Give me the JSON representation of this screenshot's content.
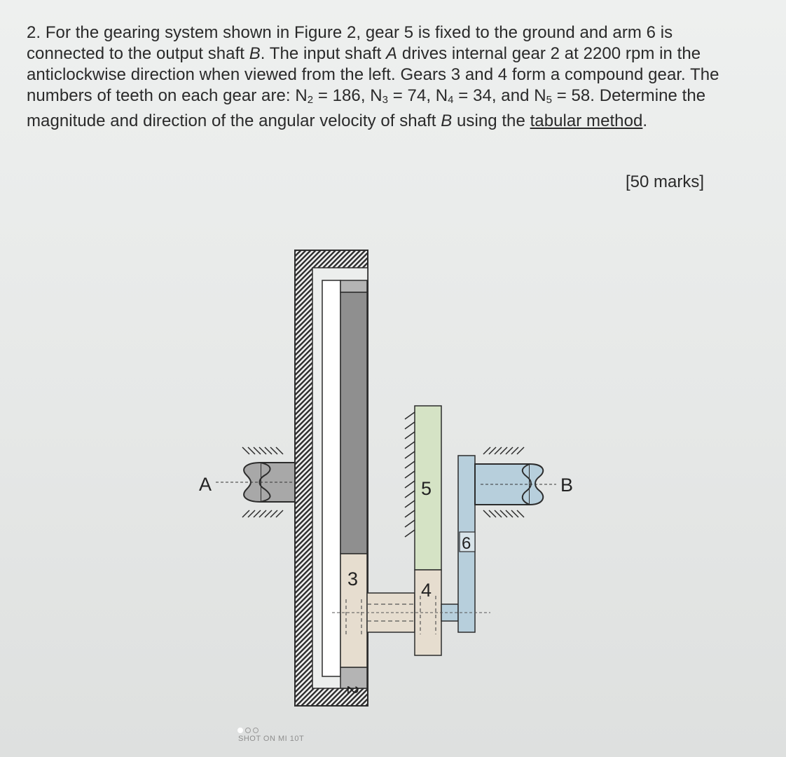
{
  "question": {
    "number": "2.",
    "t1": "For the gearing system shown in Figure 2, gear 5 is fixed to the ground and arm 6 is connected to the output shaft ",
    "shaft_b": "B",
    "t2": ". The input shaft ",
    "shaft_a": "A",
    "t3": " drives internal gear 2 at 2200 rpm in the anticlockwise direction when viewed from the left. Gears 3 and 4 form a compound gear. The numbers of teeth on each gear are: N",
    "s2": "2",
    "v2": " = 186, N",
    "s3": "3",
    "v3": " = 74, N",
    "s4": "4",
    "v4": " = 34, and N",
    "s5": "5",
    "v5": " = 58. Determine the magnitude and direction of the angular velocity of shaft ",
    "shaft_b2": "B",
    "t4": " using the ",
    "method": "tabular method",
    "t5": "."
  },
  "marks": "[50 marks]",
  "figure": {
    "label_a": "A",
    "label_b": "B",
    "gear_2": "2",
    "gear_3": "3",
    "gear_4": "4",
    "gear_5": "5",
    "arm_6": "6"
  },
  "watermark": "SHOT ON MI 10T",
  "colors": {
    "gear_2_gray": "#8f8f8f",
    "gear_5_green": "#d5e3c5",
    "arm_6_blue": "#b7cfdc",
    "compound_gear_beige": "#e6ddcf"
  }
}
